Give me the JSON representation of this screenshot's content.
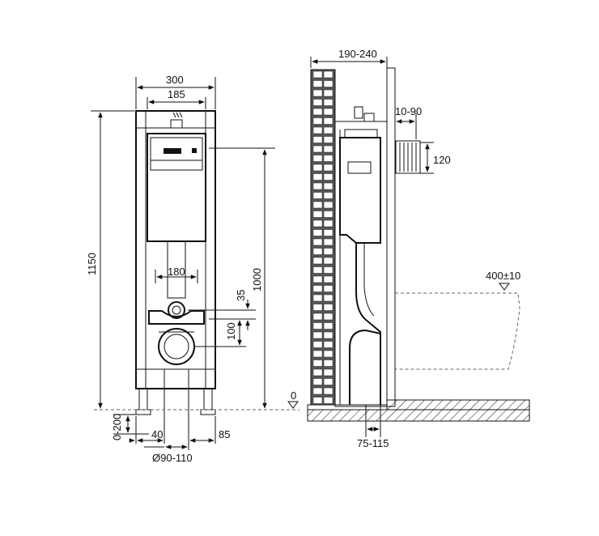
{
  "front_view": {
    "width_300": "300",
    "width_185": "185",
    "height_1150": "1150",
    "height_1000": "1000",
    "width_180": "180",
    "height_35": "35",
    "height_100": "100",
    "leg_0_200": "0-200",
    "offset_40": "40",
    "offset_85": "85",
    "drain_diameter": "Ø90-110"
  },
  "side_view": {
    "depth_190_240": "190-240",
    "offset_10_90": "10-90",
    "height_120": "120",
    "bowl_height": "400±10",
    "floor_75_115": "75-115",
    "zero_mark": "0"
  }
}
